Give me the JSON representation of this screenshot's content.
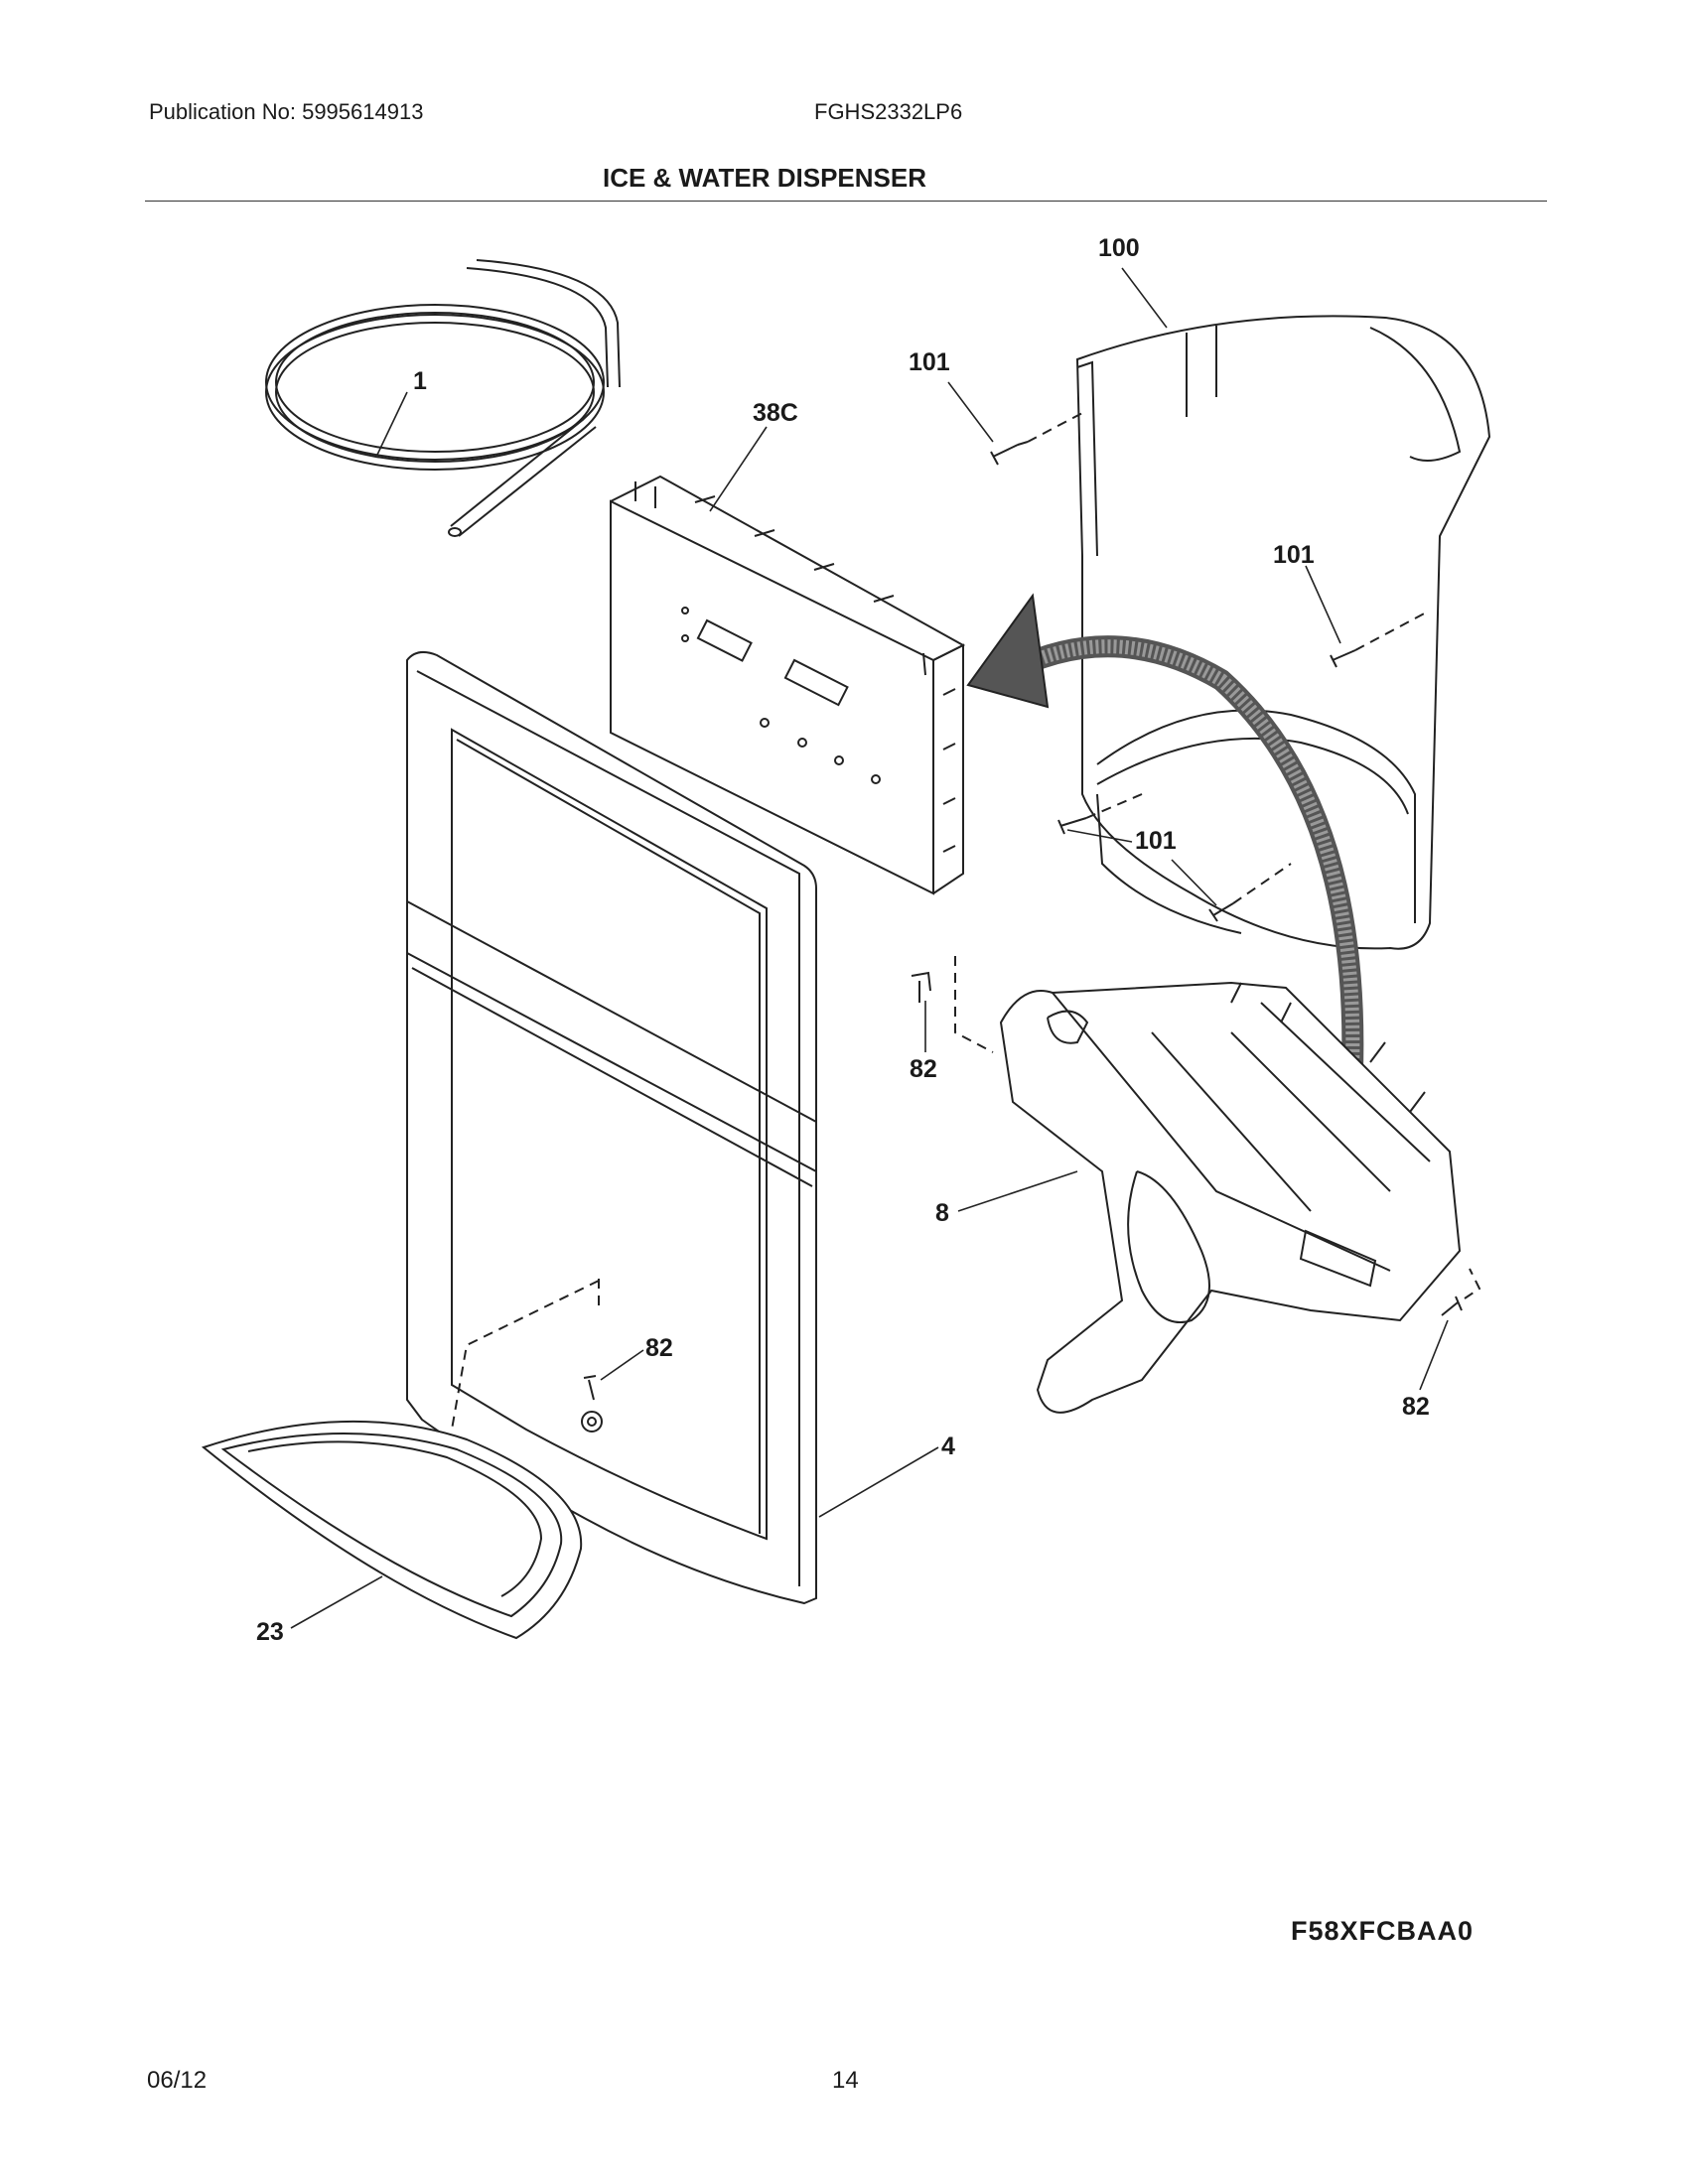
{
  "header": {
    "publication": "Publication No: 5995614913",
    "model": "FGHS2332LP6"
  },
  "title": "ICE & WATER DISPENSER",
  "callouts": {
    "tube": "1",
    "control_board": "38C",
    "housing": "100",
    "screw_top": "101",
    "screw_right": "101",
    "screw_mid": "101",
    "screw_actuator": "82",
    "actuator": "8",
    "screw_frame": "82",
    "screw_right_bottom": "82",
    "frame": "4",
    "drip_tray": "23"
  },
  "figure_code": "F58XFCBAA0",
  "footer": {
    "date": "06/12",
    "page": "14"
  }
}
